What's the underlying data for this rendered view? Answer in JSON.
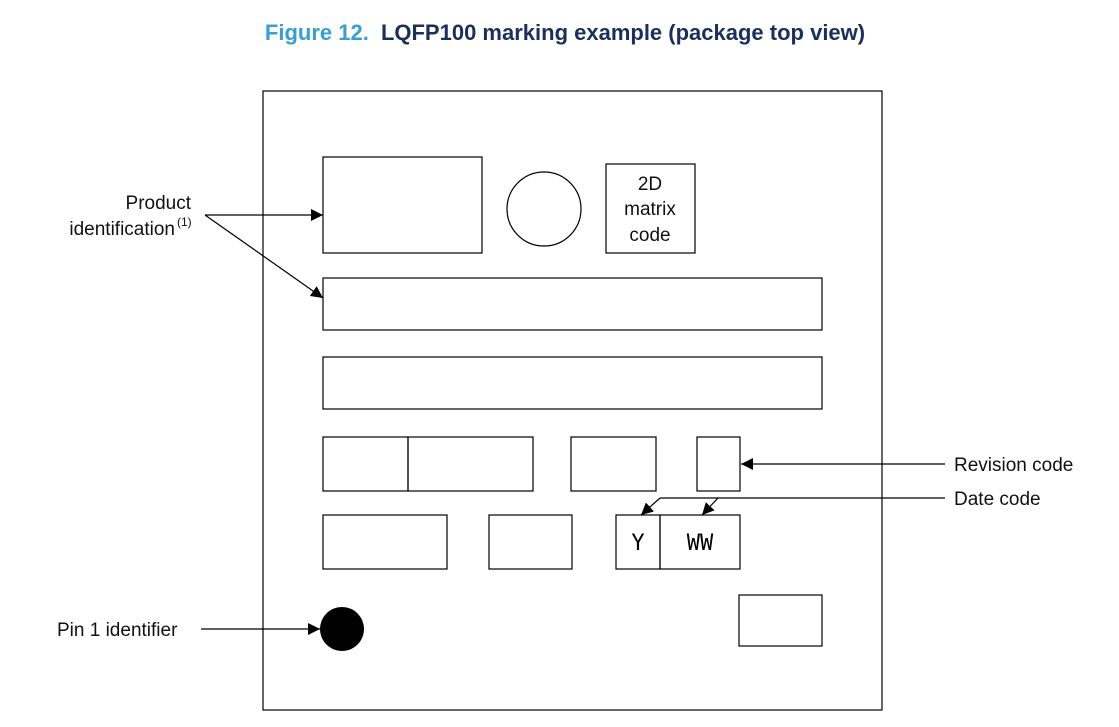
{
  "title": {
    "figure_number": "Figure 12.",
    "caption": "LQFP100 marking example (package top view)"
  },
  "labels": {
    "product_identification_line1": "Product",
    "product_identification_line2": "identification",
    "product_identification_note": "(1)",
    "revision_code": "Revision code",
    "date_code": "Date code",
    "pin1_identifier": "Pin 1 identifier"
  },
  "matrix_box": {
    "line1": "2D",
    "line2": "matrix",
    "line3": "code"
  },
  "date_fields": {
    "year": "Y",
    "week": "WW"
  }
}
